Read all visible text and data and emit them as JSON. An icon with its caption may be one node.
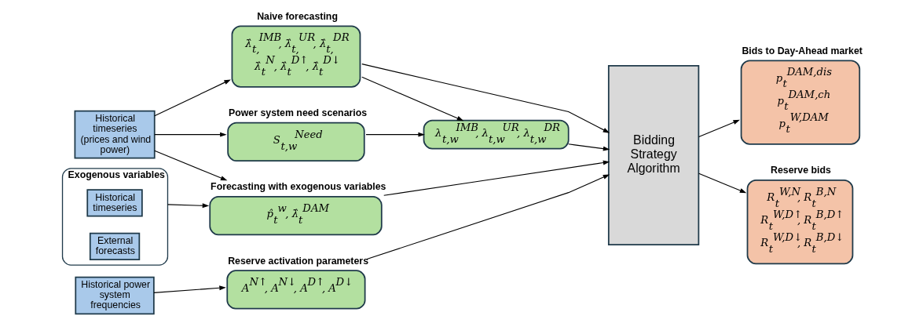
{
  "diagram": {
    "nodes": [
      {
        "text": [
          "Historical timeseries (prices and wind power)"
        ]
      },
      {
        "text": [
          "Exogenous variables"
        ]
      },
      {
        "text": [
          "Historical timeseries"
        ],
        "in": 1
      },
      {
        "text": [
          "External forecasts"
        ],
        "in": 1
      },
      {
        "text": [
          "Historical power system frequencies"
        ]
      },
      {
        "text": [
          "Naive forecasting",
          "λ̂$_{t,}$$^{IMB}$, λ̂$_{t,}$$^{UR}$, λ̂$_{t,}$$^{DR}$ λ̂$_{t}$$^{N}$, λ̂$_{t}$$^{D↑}$, λ̂$_{t}$$^{D↓}$"
        ]
      },
      {
        "text": [
          "Power system need scenarios",
          "S$_{t,w}$$^{Need}$"
        ]
      },
      {
        "text": [
          "Forecasting with exogenous variables",
          "p̂$_{t}$$^{w}$, λ̂$_{t}$$^{DAM}$"
        ]
      },
      {
        "text": [
          "Reserve activation parameters",
          "A$^{N↑}$, A$^{N↓}$, A$^{D↑}$, A$^{D↓}$"
        ]
      },
      {
        "text": [
          "λ$_{t,w}$$^{IMB}$, λ$_{t,w}$$^{UR}$, λ$_{t,w}$$^{DR}$"
        ]
      },
      {
        "text": [
          "Bidding Strategy Algorithm"
        ]
      },
      {
        "text": [
          "Bids to Day-Ahead market",
          "p$_{t}$$^{DAM,dis}$ p$_{t}$$^{DAM,ch}$ p$_{t}$$^{W,DAM}$"
        ]
      },
      {
        "text": [
          "Reserve bids",
          "R$_{t}$$^{W,N}$, R$_{t}$$^{B,N}$ R$_{t}$$^{W,D↑}$, R$_{t}$$^{B,D↑}$ R$_{t}$$^{W,D↓}$, R$_{t}$$^{B,D↓}$"
        ]
      }
    ],
    "edges": [
      {
        "from": 0,
        "to": 5,
        "arrow": "to"
      },
      {
        "from": 0,
        "to": 6,
        "arrow": "to"
      },
      {
        "from": 0,
        "to": 7,
        "arrow": "to"
      },
      {
        "from": 1,
        "to": 7,
        "arrow": "to"
      },
      {
        "from": 4,
        "to": 8,
        "arrow": "to"
      },
      {
        "from": 5,
        "to": 10,
        "arrow": "to"
      },
      {
        "from": 5,
        "to": 9,
        "arrow": "to"
      },
      {
        "from": 6,
        "to": 9,
        "arrow": "to"
      },
      {
        "from": 9,
        "to": 10,
        "arrow": "to"
      },
      {
        "from": 7,
        "to": 10,
        "arrow": "to"
      },
      {
        "from": 8,
        "to": 10,
        "arrow": "to"
      },
      {
        "from": 10,
        "to": 11,
        "arrow": "to"
      },
      {
        "from": 10,
        "to": 12,
        "arrow": "to"
      }
    ]
  }
}
